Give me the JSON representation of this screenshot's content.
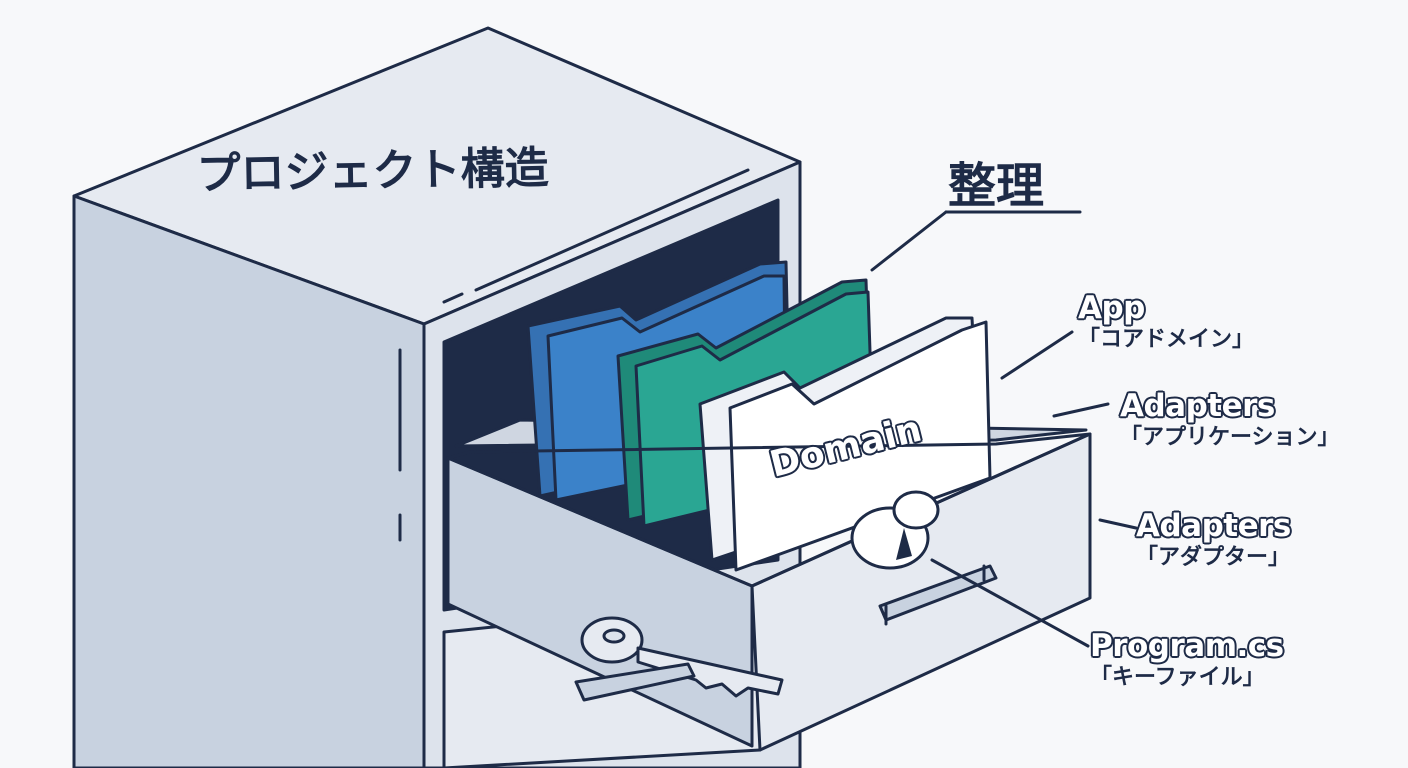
{
  "cabinet": {
    "title": "プロジェクト構造",
    "folder_label": "Domain"
  },
  "heading": "整理",
  "labels": [
    {
      "name": "App",
      "desc": "「コアドメイン」"
    },
    {
      "name": "Adapters",
      "desc": "「アプリケーション」"
    },
    {
      "name": "Adapters",
      "desc": "「アダプター」"
    },
    {
      "name": "Program.cs",
      "desc": "「キーファイル」"
    }
  ],
  "colors": {
    "outline": "#1e2b47",
    "cabinet_light": "#e6eaf1",
    "cabinet_side": "#c8d2e0",
    "folder_blue": "#3b82c9",
    "folder_teal": "#2aa693",
    "folder_white": "#ffffff"
  },
  "icons": [
    "key-icon",
    "lock-icon",
    "handle-icon"
  ]
}
